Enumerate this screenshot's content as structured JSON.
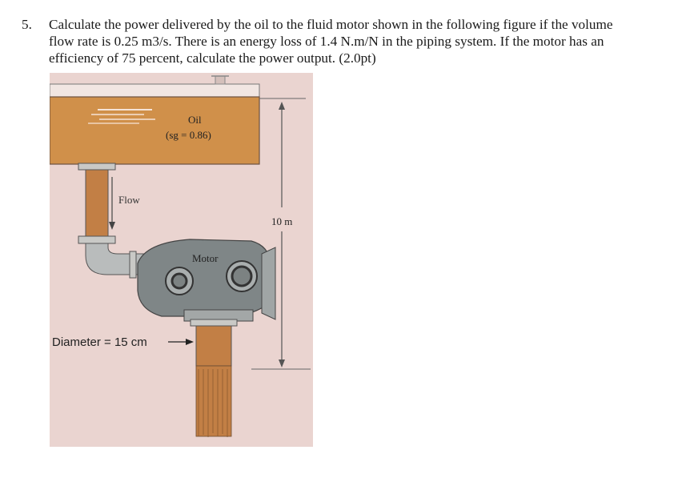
{
  "question": {
    "number": "5.",
    "text": "Calculate the power delivered by the oil to the fluid motor shown in the following figure if the volume flow rate is 0.25 m3/s. There is an energy loss of 1.4 N.m/N in the piping system. If the motor has an efficiency of 75 percent, calculate the power output. (2.0pt)"
  },
  "figure": {
    "oil_label": "Oil",
    "sg_label": "(sg = 0.86)",
    "flow_label": "Flow",
    "height_label": "10 m",
    "motor_label": "Motor",
    "diameter_label": "Diameter = 15 cm",
    "colors": {
      "background": "#e9d3cf",
      "oil": "#d0904a",
      "motor": "#7f8687",
      "pipe": "#b9bcbc"
    }
  }
}
